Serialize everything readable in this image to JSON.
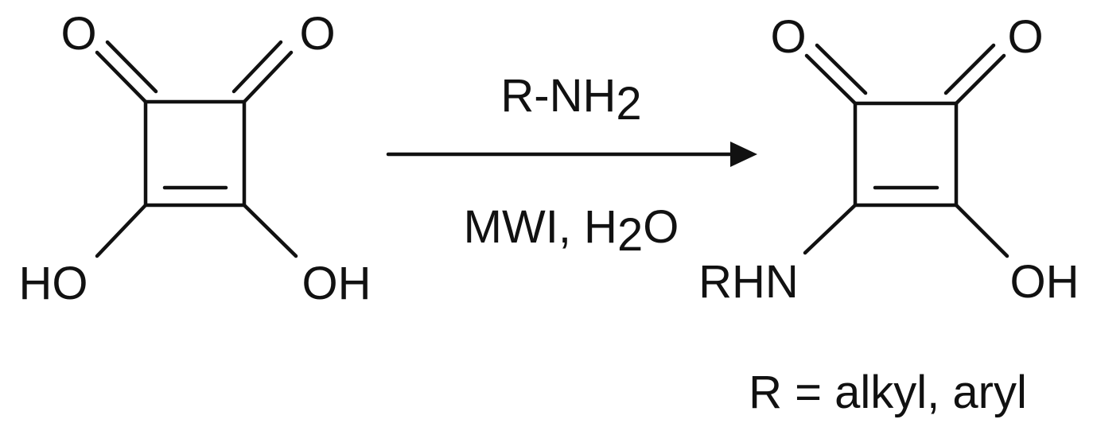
{
  "reactant": {
    "o_left": "O",
    "o_right": "O",
    "ho_left": "HO",
    "oh_right": "OH"
  },
  "conditions": {
    "reagent_main": "R-NH",
    "reagent_sub": "2",
    "cond_main": "MWI, H",
    "cond_sub": "2",
    "cond_tail": "O"
  },
  "product": {
    "o_left": "O",
    "o_right": "O",
    "rhn": "RHN",
    "oh_right": "OH"
  },
  "note": "R = alkyl, aryl"
}
